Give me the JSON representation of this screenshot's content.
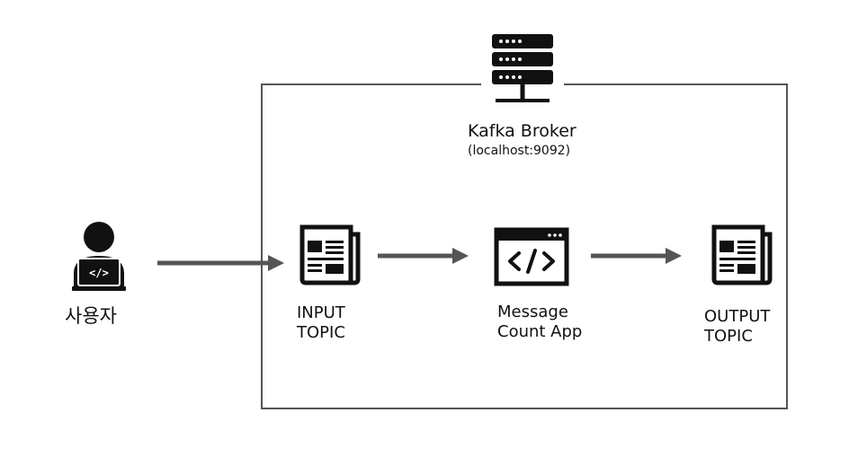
{
  "broker": {
    "title": "Kafka Broker",
    "address": "(localhost:9092)"
  },
  "user": {
    "label": "사용자"
  },
  "input_topic": {
    "line1": "INPUT",
    "line2": "TOPIC"
  },
  "app": {
    "line1": "Message",
    "line2": "Count App"
  },
  "output_topic": {
    "line1": "OUTPUT",
    "line2": "TOPIC"
  },
  "colors": {
    "arrow": "#555555",
    "box_border": "#555555",
    "icon": "#111111"
  },
  "icons": [
    "server-icon",
    "user-laptop-icon",
    "newspaper-icon",
    "code-window-icon",
    "newspaper-icon"
  ]
}
